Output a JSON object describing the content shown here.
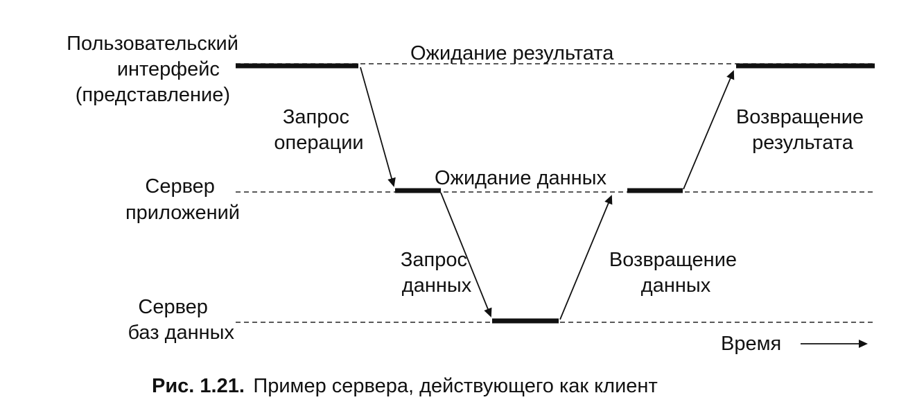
{
  "levels": {
    "ui": [
      "Пользовательский",
      "интерфейс",
      "(представление)"
    ],
    "app": [
      "Сервер",
      "приложений"
    ],
    "db": [
      "Сервер",
      "баз данных"
    ]
  },
  "labels": {
    "wait_result": "Ожидание результата",
    "wait_data": "Ожидание данных",
    "request_op": [
      "Запрос",
      "операции"
    ],
    "return_result": [
      "Возвращение",
      "результата"
    ],
    "request_data": [
      "Запрос",
      "данных"
    ],
    "return_data": [
      "Возвращение",
      "данных"
    ],
    "time": "Время"
  },
  "caption": {
    "prefix": "Рис. 1.21.",
    "text": "Пример сервера, действующего как клиент"
  }
}
